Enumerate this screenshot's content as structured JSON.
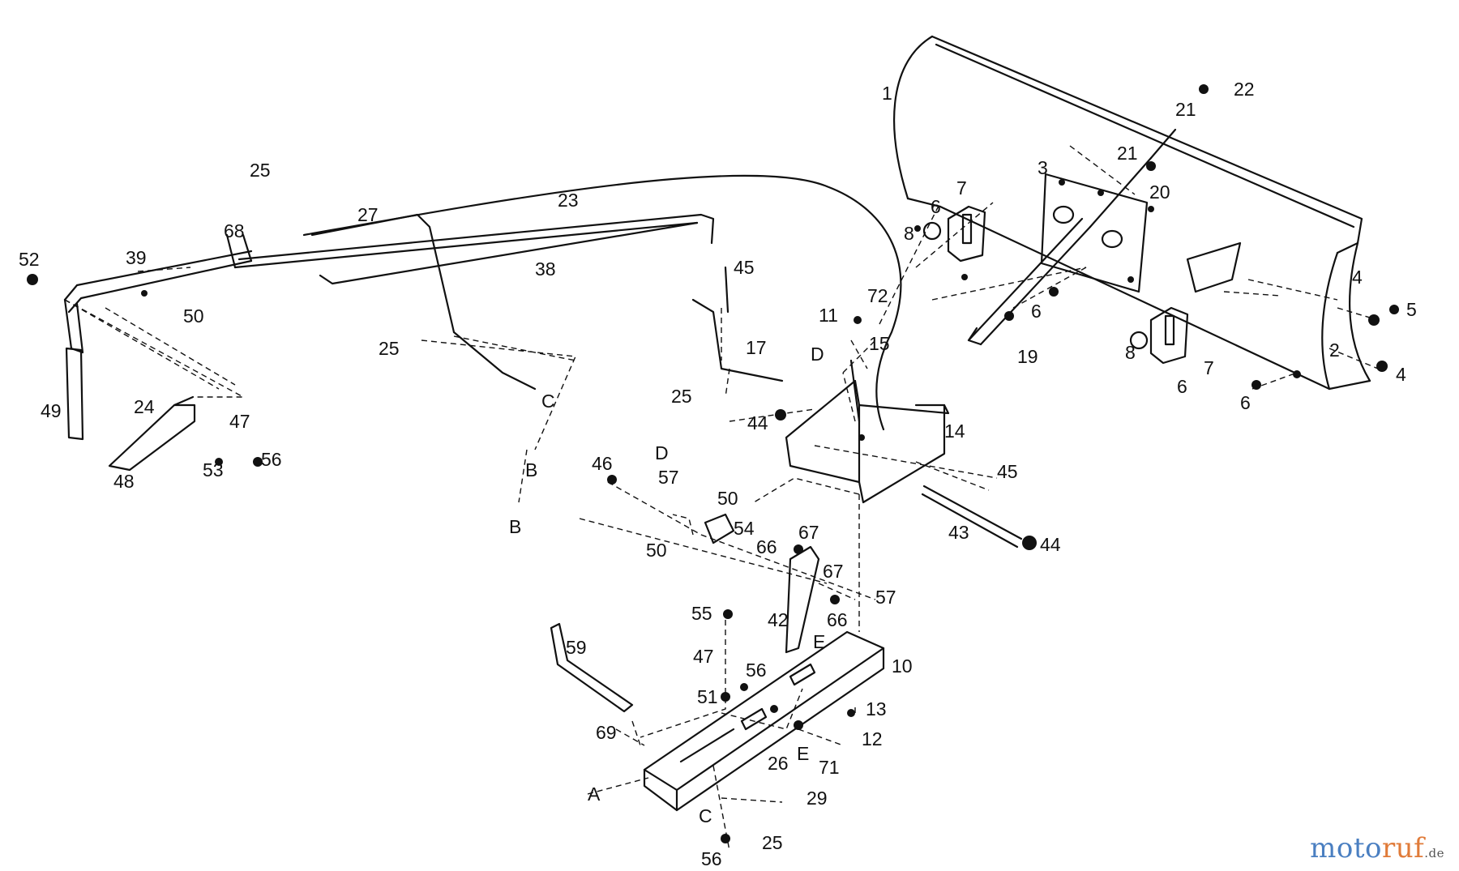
{
  "diagram": {
    "labels": {
      "l1": "1",
      "l2": "2",
      "l3": "3",
      "l4a": "4",
      "l4b": "4",
      "l5": "5",
      "l6a": "6",
      "l6b": "6",
      "l6c": "6",
      "l6d": "6",
      "l7a": "7",
      "l7b": "7",
      "l8a": "8",
      "l8b": "8",
      "l10": "10",
      "l11": "11",
      "l12": "12",
      "l13": "13",
      "l14": "14",
      "l15": "15",
      "l17": "17",
      "l19": "19",
      "l20": "20",
      "l21a": "21",
      "l21b": "21",
      "l22": "22",
      "l23": "23",
      "l24": "24",
      "l25a": "25",
      "l25b": "25",
      "l25c": "25",
      "l25d": "25",
      "l26": "26",
      "l27": "27",
      "l29": "29",
      "l38": "38",
      "l39": "39",
      "l42": "42",
      "l43": "43",
      "l44a": "44",
      "l44b": "44",
      "l45a": "45",
      "l45b": "45",
      "l46": "46",
      "l47a": "47",
      "l47b": "47",
      "l48": "48",
      "l49": "49",
      "l50a": "50",
      "l50b": "50",
      "l50c": "50",
      "l51": "51",
      "l52": "52",
      "l53": "53",
      "l54": "54",
      "l55": "55",
      "l56a": "56",
      "l56b": "56",
      "l56c": "56",
      "l57a": "57",
      "l57b": "57",
      "l59": "59",
      "l66a": "66",
      "l66b": "66",
      "l67a": "67",
      "l67b": "67",
      "l68": "68",
      "l69": "69",
      "l71": "71",
      "l72": "72",
      "lA": "A",
      "lBa": "B",
      "lBb": "B",
      "lCa": "C",
      "lCb": "C",
      "lDa": "D",
      "lDb": "D",
      "lEa": "E",
      "lEb": "E"
    }
  },
  "brand": {
    "name": "motoruf",
    "domain": ".de",
    "color_main": "#4a7fc1",
    "color_accent": "#e07b39"
  }
}
